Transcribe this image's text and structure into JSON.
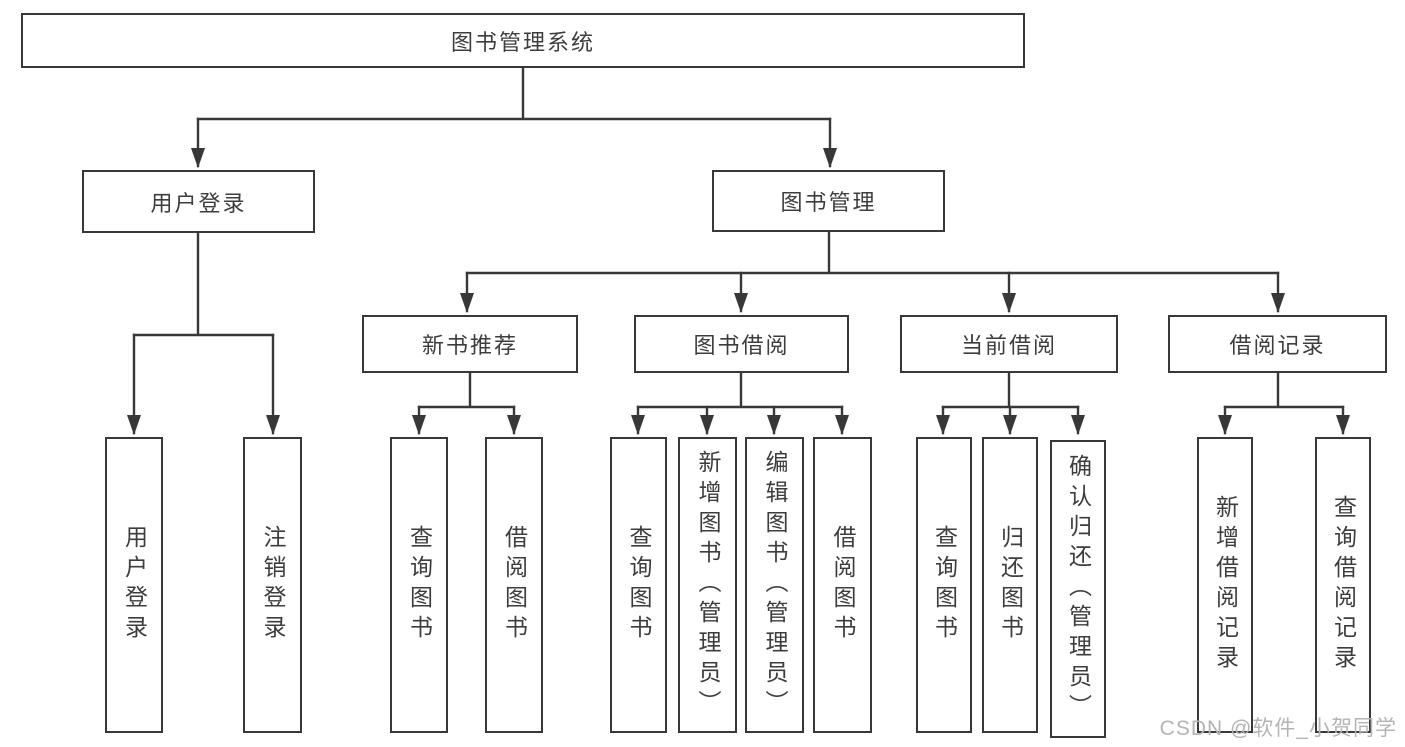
{
  "diagram": {
    "root": "图书管理系统",
    "branches": [
      {
        "label": "用户登录",
        "children": [
          "用户登录",
          "注销登录"
        ]
      },
      {
        "label": "图书管理",
        "children": [
          {
            "label": "新书推荐",
            "children": [
              "查询图书",
              "借阅图书"
            ]
          },
          {
            "label": "图书借阅",
            "children": [
              "查询图书",
              "新增图书（管理员）",
              "编辑图书（管理员）",
              "借阅图书"
            ]
          },
          {
            "label": "当前借阅",
            "children": [
              "查询图书",
              "归还图书",
              "确认归还（管理员）"
            ]
          },
          {
            "label": "借阅记录",
            "children": [
              "新增借阅记录",
              "查询借阅记录"
            ]
          }
        ]
      }
    ]
  },
  "watermark": "CSDN @软件_小贺同学",
  "colors": {
    "line": "#383838",
    "text": "#3d3d3d",
    "watermark": "#b4b4b4",
    "background": "#ffffff"
  }
}
